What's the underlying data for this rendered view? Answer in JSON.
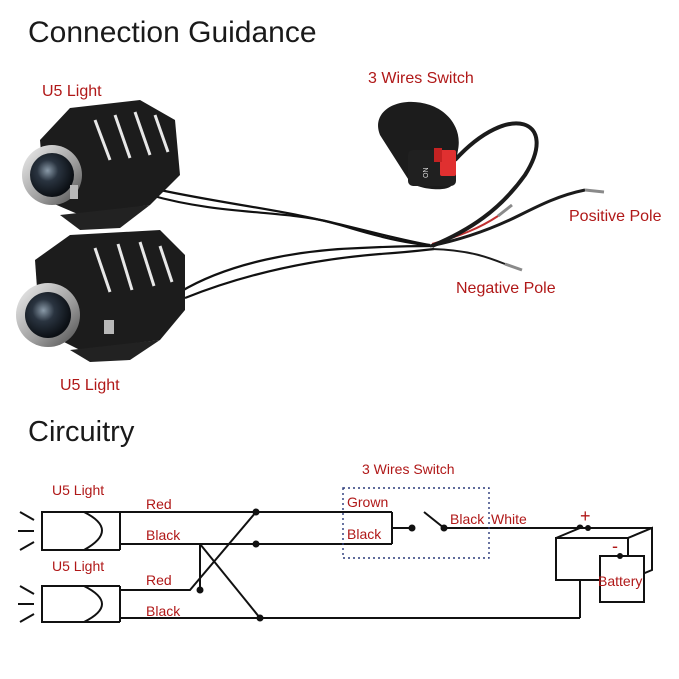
{
  "section_titles": {
    "connection": "Connection Guidance",
    "circuitry": "Circuitry"
  },
  "photo_labels": {
    "light_top": "U5 Light",
    "light_bottom": "U5 Light",
    "switch": "3 Wires Switch",
    "positive": "Positive Pole",
    "negative": "Negative Pole"
  },
  "switch_marking": "ON",
  "circuit": {
    "light_1": "U5 Light",
    "light_2": "U5 Light",
    "switch": "3 Wires Switch",
    "wire_red_1": "Red",
    "wire_black_1": "Black",
    "wire_red_2": "Red",
    "wire_black_2": "Black",
    "switch_grown": "Grown",
    "switch_black_in": "Black",
    "switch_black_out": "Black",
    "switch_white": "White",
    "battery": "Battery",
    "plus": "+",
    "minus": "-"
  },
  "colors": {
    "label_red": "#b01818",
    "wire": "#111111",
    "housing": "#1c1c1c"
  }
}
